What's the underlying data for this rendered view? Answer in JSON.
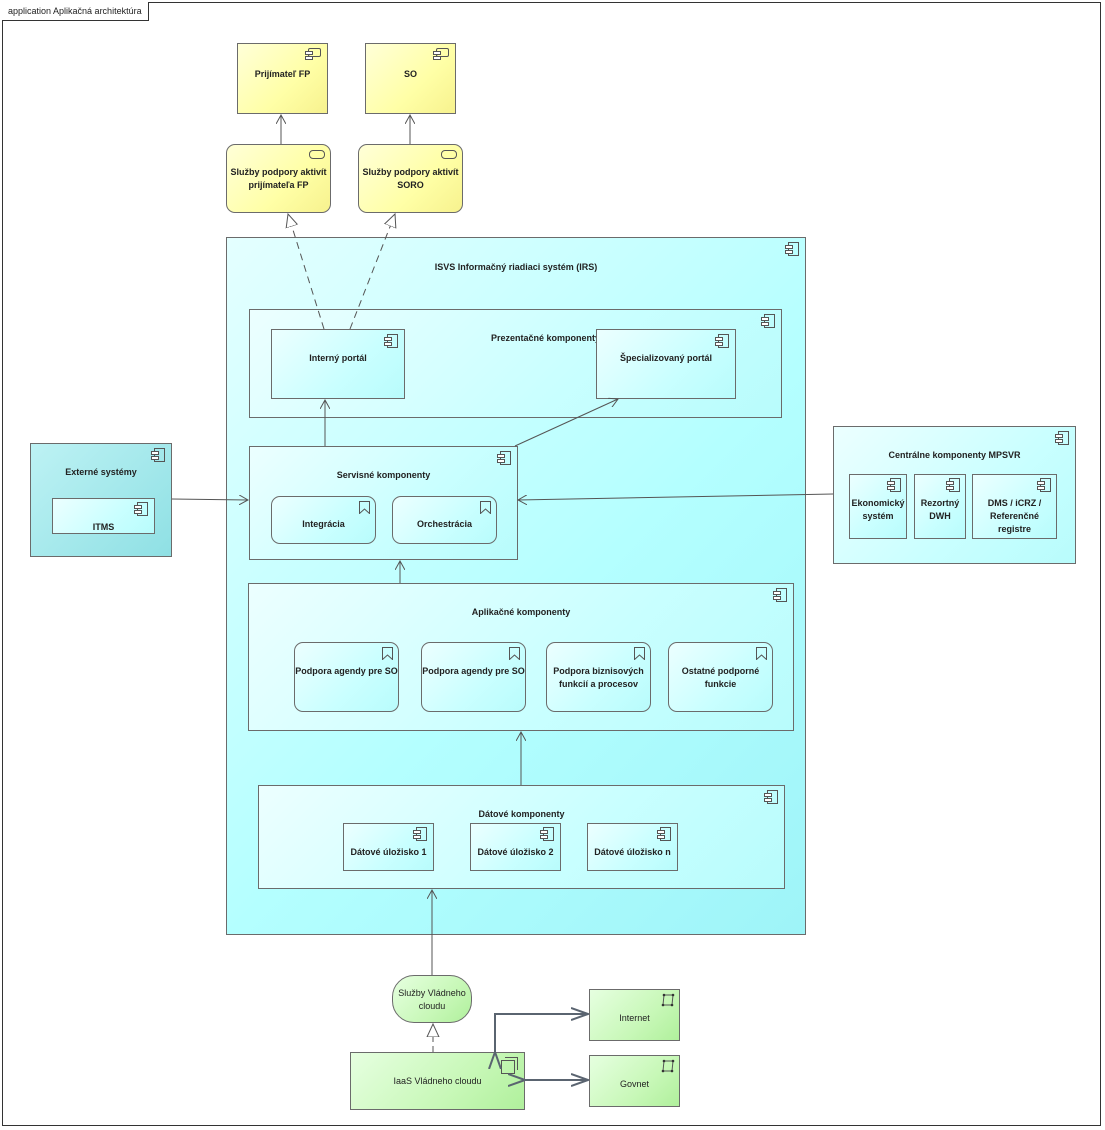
{
  "frame_title": "application Aplikačná architektúra",
  "top": {
    "prijimatel": "Prijímateľ FP",
    "so": "SO",
    "sluzby_prijimatel_1": "Služby podpory aktivít",
    "sluzby_prijimatel_2": "prijímateľa FP",
    "sluzby_soro_1": "Služby podpory aktivít",
    "sluzby_soro_2": "SORO"
  },
  "irs": {
    "title": "ISVS Informačný riadiaci systém (IRS)",
    "prezentacne": "Prezentačné komponenty",
    "interny_portal": "Interný portál",
    "specializovany_portal": "Špecializovaný portál",
    "servisne": "Servisné komponenty",
    "integracia": "Integrácia",
    "orchestracia": "Orchestrácia",
    "aplikacne": "Aplikačné komponenty",
    "agenda_so_1": "Podpora agendy pre SO",
    "agenda_so_2": "Podpora agendy pre SO",
    "biznis_1": "Podpora biznisových",
    "biznis_2": "funkcií a procesov",
    "ostatne_1": "Ostatné podporné",
    "ostatne_2": "funkcie",
    "datove": "Dátové komponenty",
    "ulozisko_1": "Dátové úložisko 1",
    "ulozisko_2": "Dátové úložisko 2",
    "ulozisko_n": "Dátové úložisko n"
  },
  "externe": {
    "title": "Externé systémy",
    "itms": "ITMS"
  },
  "centralne": {
    "title": "Centrálne komponenty MPSVR",
    "eko_1": "Ekonomický",
    "eko_2": "systém",
    "dwh_1": "Rezortný",
    "dwh_2": "DWH",
    "dms_1": "DMS / iCRZ /",
    "dms_2": "Referenčné",
    "dms_3": "registre"
  },
  "cloud": {
    "sluzby_1": "Služby Vládneho",
    "sluzby_2": "cloudu",
    "iaas": "IaaS Vládneho cloudu",
    "internet": "Internet",
    "govnet": "Govnet"
  }
}
